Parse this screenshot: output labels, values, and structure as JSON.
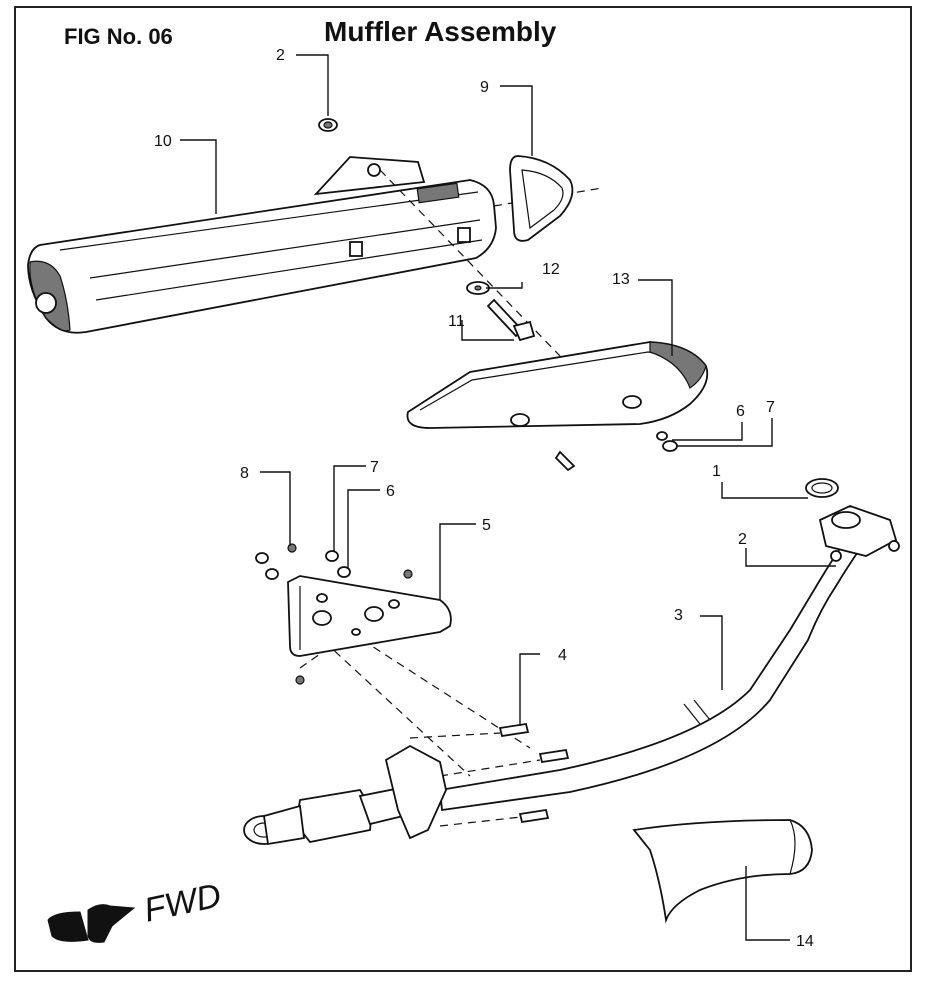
{
  "header": {
    "fig_label": "FIG No. 06",
    "title": "Muffler Assembly"
  },
  "direction_label": "FWD",
  "callouts": [
    {
      "id": "c1",
      "text": "1"
    },
    {
      "id": "c2a",
      "text": "2"
    },
    {
      "id": "c2b",
      "text": "2"
    },
    {
      "id": "c3",
      "text": "3"
    },
    {
      "id": "c4",
      "text": "4"
    },
    {
      "id": "c5",
      "text": "5"
    },
    {
      "id": "c6a",
      "text": "6"
    },
    {
      "id": "c6b",
      "text": "6"
    },
    {
      "id": "c7a",
      "text": "7"
    },
    {
      "id": "c7b",
      "text": "7"
    },
    {
      "id": "c8",
      "text": "8"
    },
    {
      "id": "c9",
      "text": "9"
    },
    {
      "id": "c10",
      "text": "10"
    },
    {
      "id": "c11",
      "text": "11"
    },
    {
      "id": "c12",
      "text": "12"
    },
    {
      "id": "c13",
      "text": "13"
    },
    {
      "id": "c14",
      "text": "14"
    }
  ]
}
